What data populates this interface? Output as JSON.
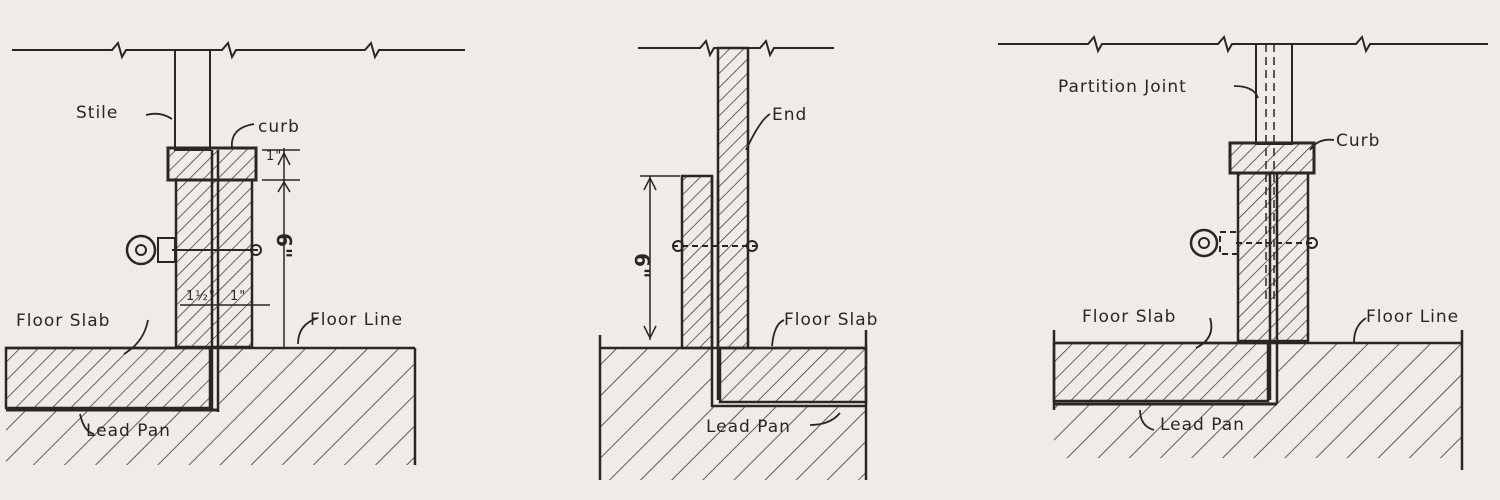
{
  "labels": {
    "stile": "Stile",
    "curb_1": "curb",
    "dim_6_1": "6\"",
    "dim_1_half_1": "1½\"",
    "dim_1_1": "1\"",
    "dim_1_1_top": "1\"",
    "floor_slab_1": "Floor Slab",
    "floor_line_1": "Floor Line",
    "lead_pan_1": "Lead Pan",
    "end": "End",
    "dim_6_2": "6\"",
    "floor_slab_2": "Floor Slab",
    "lead_pan_2": "Lead Pan",
    "partition_joint": "Partition Joint",
    "curb_3": "Curb",
    "floor_slab_3": "Floor Slab",
    "floor_line_3": "Floor Line",
    "lead_pan_3": "Lead Pan"
  }
}
